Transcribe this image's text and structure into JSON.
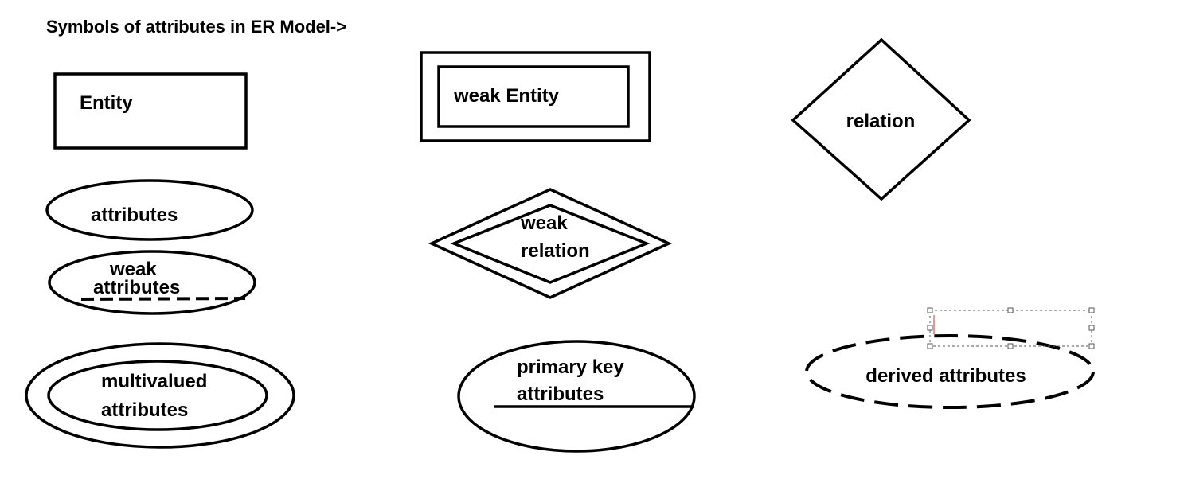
{
  "title": "Symbols of attributes in ER Model->",
  "symbols": {
    "entity": {
      "label": "Entity"
    },
    "weak_entity": {
      "label": "weak Entity"
    },
    "relation": {
      "label": "relation"
    },
    "attributes": {
      "label": "attributes"
    },
    "weak_relation": {
      "line1": "weak",
      "line2": "relation"
    },
    "weak_attributes": {
      "line1": "weak",
      "line2": "attributes"
    },
    "multivalued_attributes": {
      "line1": "multivalued",
      "line2": "attributes"
    },
    "primary_key_attributes": {
      "line1": "primary key",
      "line2": "attributes"
    },
    "derived_attributes": {
      "label": "derived attributes"
    }
  },
  "colors": {
    "stroke": "#000000",
    "background": "#ffffff",
    "selection": "#555555"
  }
}
